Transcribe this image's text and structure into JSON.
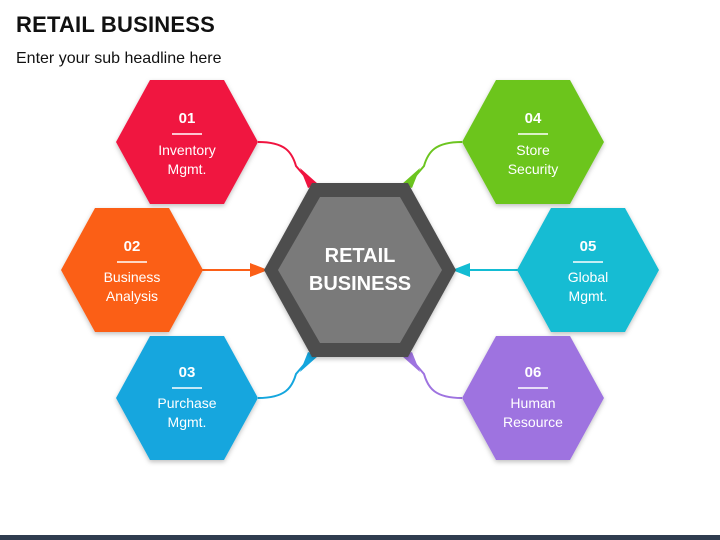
{
  "header": {
    "title": "RETAIL BUSINESS",
    "subtitle": "Enter your sub headline here"
  },
  "center": {
    "line1": "RETAIL",
    "line2": "BUSINESS"
  },
  "nodes": [
    {
      "number": "01",
      "line1": "Inventory",
      "line2": "Mgmt.",
      "color": "#f0133f"
    },
    {
      "number": "02",
      "line1": "Business",
      "line2": "Analysis",
      "color": "#fb5f17"
    },
    {
      "number": "03",
      "line1": "Purchase",
      "line2": "Mgmt.",
      "color": "#14a6de"
    },
    {
      "number": "04",
      "line1": "Store",
      "line2": "Security",
      "color": "#6cc51f"
    },
    {
      "number": "05",
      "line1": "Global",
      "line2": "Mgmt.",
      "color": "#13bcd3"
    },
    {
      "number": "06",
      "line1": "Human",
      "line2": "Resource",
      "color": "#9e73e0"
    }
  ],
  "colors": {
    "center_outer": "#4d4d4d",
    "center_inner": "#7a7a7a",
    "footer_bar": "#2f3c4f"
  }
}
